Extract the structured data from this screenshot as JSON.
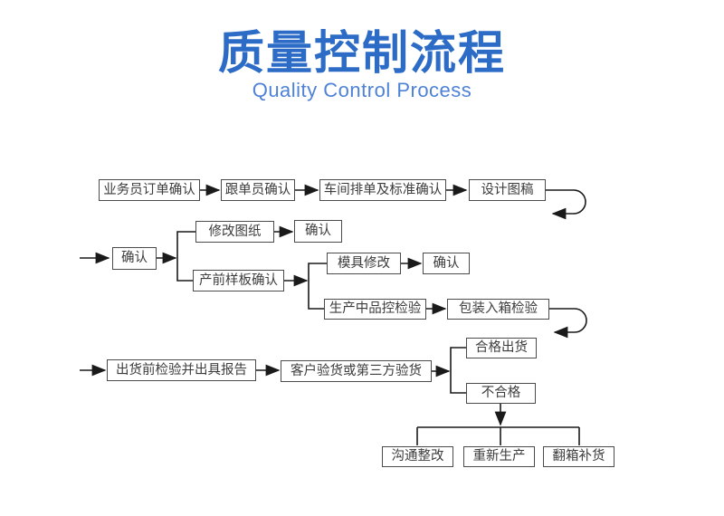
{
  "title": {
    "zh": "质量控制流程",
    "en": "Quality Control Process"
  },
  "colors": {
    "title_zh": "#2c6bc6",
    "title_en": "#4d82d7",
    "box_border": "#4b4b4b",
    "box_text": "#3c3c3c",
    "connector": "#1a1a1a",
    "background": "#ffffff"
  },
  "flow": {
    "n01": "业务员订单确认",
    "n02": "跟单员确认",
    "n03": "车间排单及标准确认",
    "n04": "设计图稿",
    "n05": "确认",
    "n06": "修改图纸",
    "n07": "确认",
    "n08": "产前样板确认",
    "n09": "模具修改",
    "n10": "确认",
    "n11": "生产中品控检验",
    "n12": "包装入箱检验",
    "n13": "出货前检验并出具报告",
    "n14": "客户验货或第三方验货",
    "n15": "合格出货",
    "n16": "不合格",
    "n17": "沟通整改",
    "n18": "重新生产",
    "n19": "翻箱补货"
  }
}
